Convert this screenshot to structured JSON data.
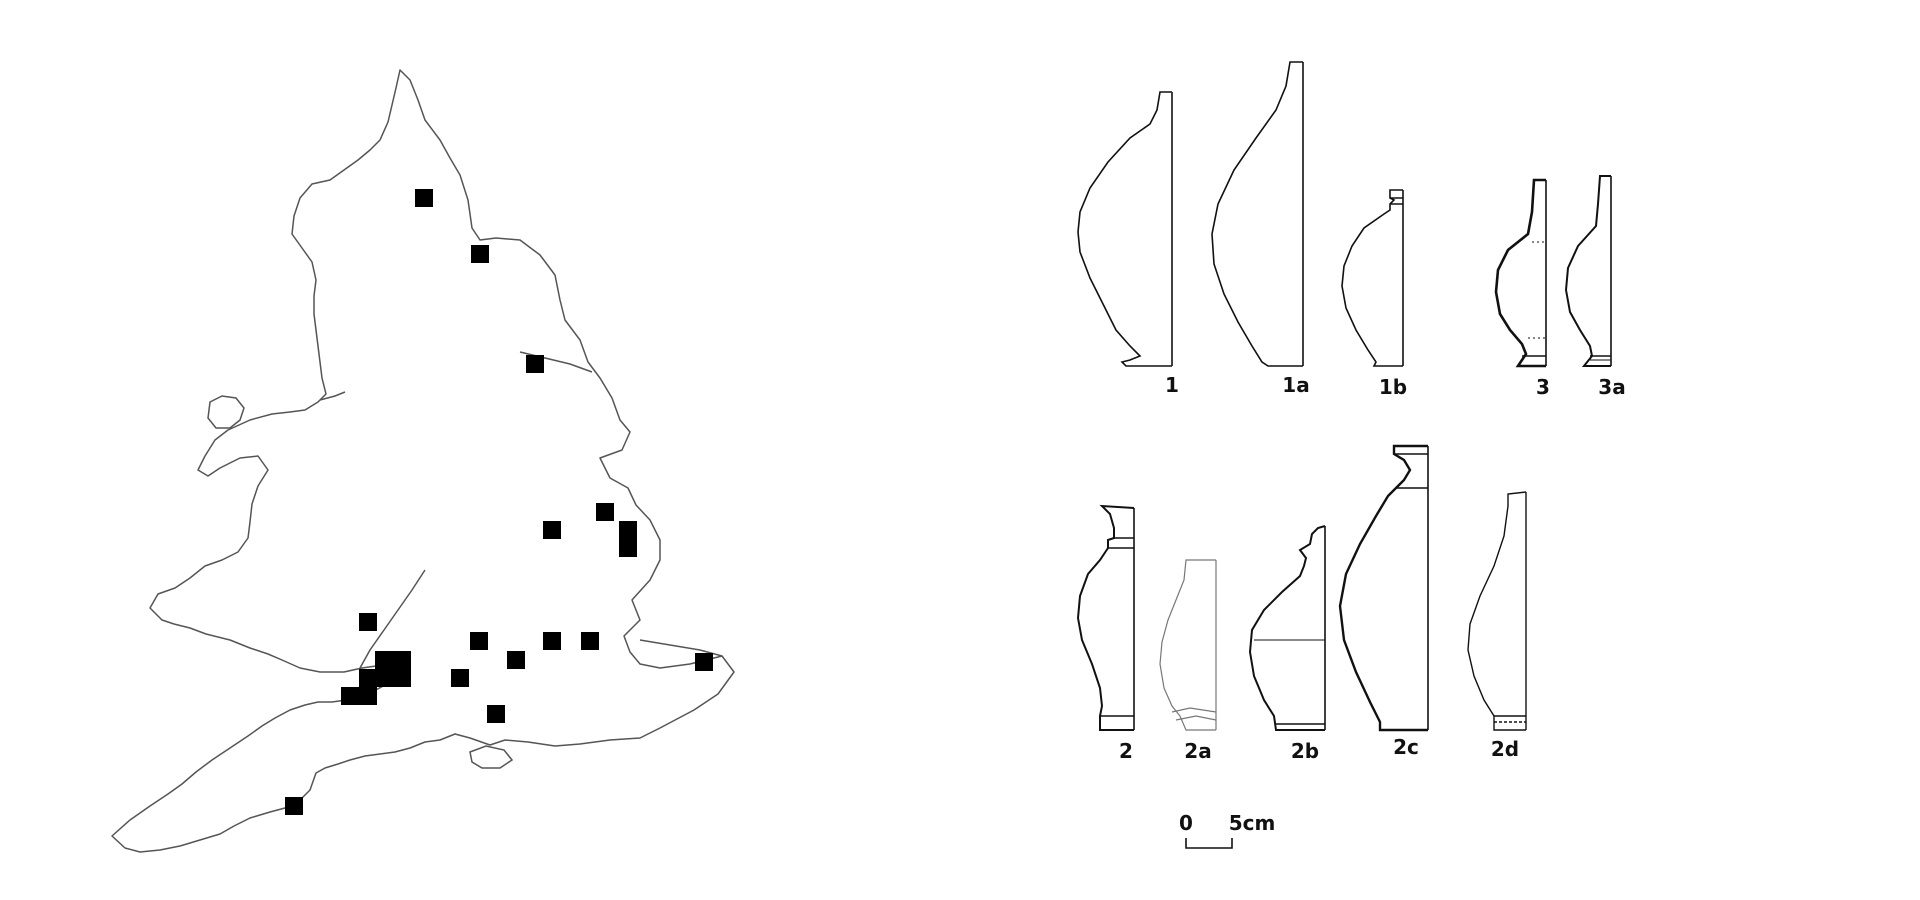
{
  "map": {
    "site_count": 24,
    "marker_color": "#000000",
    "outline_color": "#555555"
  },
  "vessels": {
    "row1": [
      "1",
      "1a",
      "1b",
      "3",
      "3a"
    ],
    "row2": [
      "2",
      "2a",
      "2b",
      "2c",
      "2d"
    ]
  },
  "scale_bar": {
    "zero": "0",
    "max": "5cm"
  }
}
